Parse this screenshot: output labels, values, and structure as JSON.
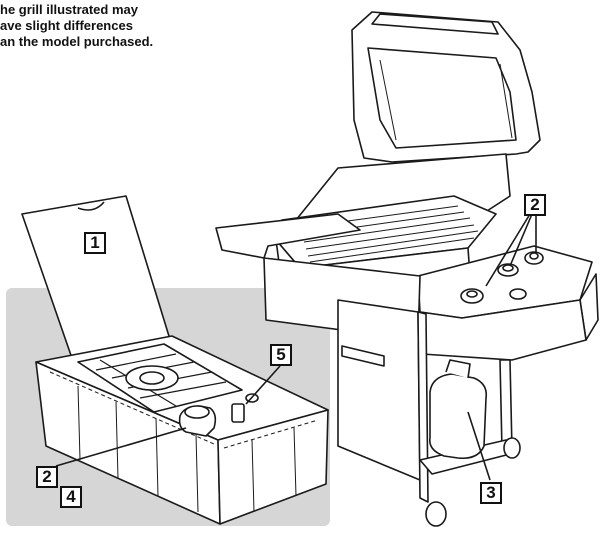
{
  "note": {
    "lines": [
      "he grill illustrated may",
      "ave slight differences",
      "an the model purchased."
    ]
  },
  "callouts": {
    "c1": "1",
    "c2_main": "2",
    "c2_side": "2",
    "c3": "3",
    "c4": "4",
    "c5": "5"
  },
  "colors": {
    "line": "#1a1a1a",
    "panel": "#d6d6d6",
    "white": "#ffffff"
  }
}
